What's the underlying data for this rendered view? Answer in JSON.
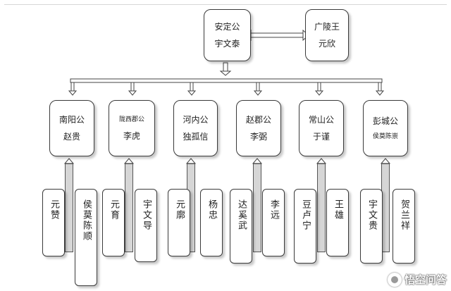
{
  "top": {
    "left": {
      "line1": "安定公",
      "line2": "宇文泰"
    },
    "right": {
      "line1": "广陵王",
      "line2": "元欣"
    }
  },
  "generals": [
    {
      "title": "南阳公",
      "name": "赵贵"
    },
    {
      "title": "陇西郡公",
      "name": "李虎"
    },
    {
      "title": "河内公",
      "name": "独孤信"
    },
    {
      "title": "赵郡公",
      "name": "李弼"
    },
    {
      "title": "常山公",
      "name": "于谨"
    },
    {
      "title": "彭城公",
      "name": "侯莫陈崇"
    }
  ],
  "commanders": [
    [
      "元赞",
      "侯莫陈顺"
    ],
    [
      "元育",
      "宇文导"
    ],
    [
      "元廓",
      "杨忠"
    ],
    [
      "达奚武",
      "李远"
    ],
    [
      "豆卢宁",
      "王雄"
    ],
    [
      "宇文贵",
      "贺兰祥"
    ]
  ],
  "watermark": {
    "text": "悟空问答"
  },
  "colors": {
    "stroke": "#3a3a3a",
    "stem_fill": "#d6d6d6",
    "background": "#ffffff"
  }
}
